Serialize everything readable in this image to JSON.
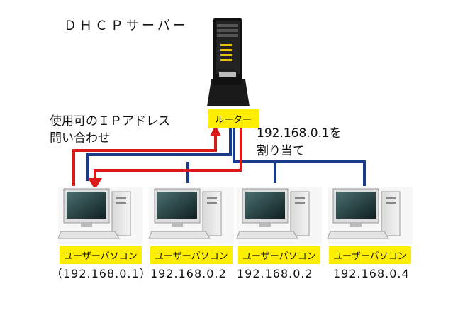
{
  "title": "ＤＨＣＰサーバー",
  "router": {
    "label": "ルーター"
  },
  "request": {
    "line1": "使用可のＩＰアドレス",
    "line2": "問い合わせ"
  },
  "assign": {
    "line1": "192.168.0.1を",
    "line2": "割り当て"
  },
  "pcs": [
    {
      "label": "ユーザーパソコン",
      "ip": "（192.168.0.1）"
    },
    {
      "label": "ユーザーパソコン",
      "ip": "192.168.0.2"
    },
    {
      "label": "ユーザーパソコン",
      "ip": "192.168.0.2"
    },
    {
      "label": "ユーザーパソコン",
      "ip": "192.168.0.4"
    }
  ],
  "colors": {
    "request_line": "#dd1a1a",
    "network_line": "#1a3a8c",
    "tag": "#ffee00"
  }
}
